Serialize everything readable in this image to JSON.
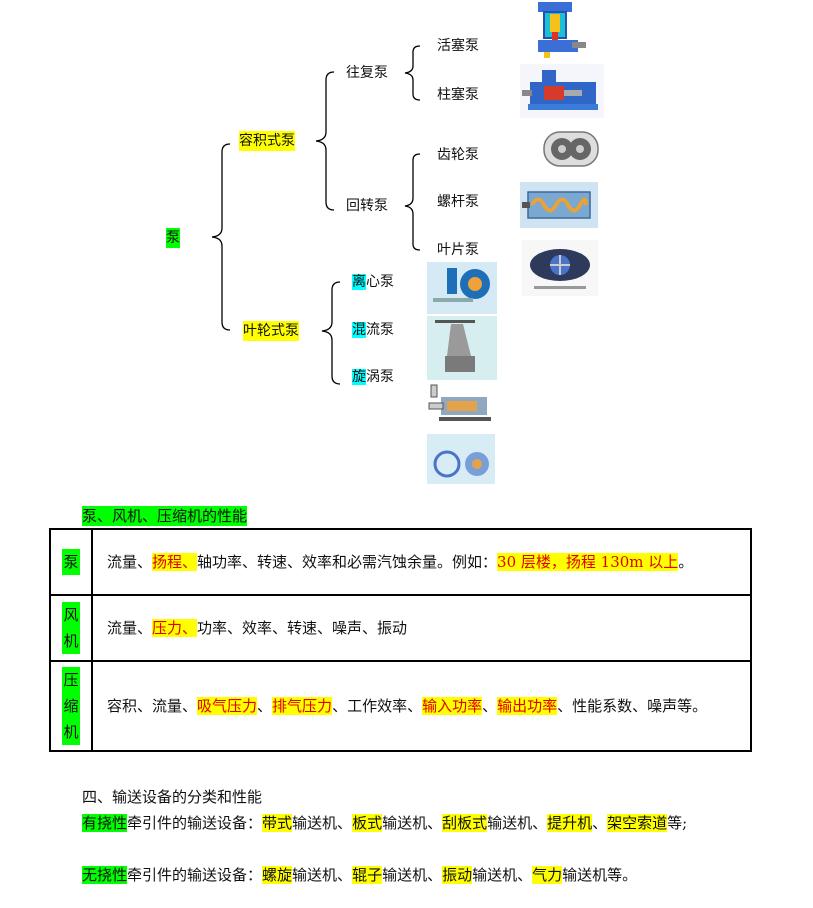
{
  "tree": {
    "root": "泵",
    "positive": "容积式泵",
    "reciprocating": "往复泵",
    "piston": "活塞泵",
    "plunger": "柱塞泵",
    "rotary": "回转泵",
    "gear": "齿轮泵",
    "screw": "螺杆泵",
    "vane": "叶片泵",
    "impeller": "叶轮式泵",
    "centrifugal_a": "离",
    "centrifugal_b": "心泵",
    "mixed_a": "混",
    "mixed_b": "流泵",
    "vortex_a": "旋",
    "vortex_b": "涡泵"
  },
  "section_title": "泵、风机、压缩机的性能",
  "table": {
    "pump_label": "泵",
    "pump_t1": "流量、",
    "pump_t2": "扬程、",
    "pump_t3": "轴功率、转速、效率和必需汽蚀余量。例如：",
    "pump_t4": "30 层楼，扬程 130m 以上",
    "pump_t5": "。",
    "fan_label_1": "风",
    "fan_label_2": "机",
    "fan_t1": "流量、",
    "fan_t2": "压力、",
    "fan_t3": "功率、效率、转速、噪声、振动",
    "comp_label_1": "压",
    "comp_label_2": "缩",
    "comp_label_3": "机",
    "comp_t1": "容积、流量、",
    "comp_t2": "吸气压力",
    "comp_t3": "、",
    "comp_t4": "排气压力",
    "comp_t5": "、工作效率、",
    "comp_t6": "输入功率",
    "comp_t7": "、",
    "comp_t8": "输出功率",
    "comp_t9": "、性能系数、噪声等。"
  },
  "conveying": {
    "heading": "四、输送设备的分类和性能",
    "l1_a": "有挠性",
    "l1_b": "牵引件的输送设备：",
    "l1_c": "带式",
    "l1_d": "输送机、",
    "l1_e": "板式",
    "l1_f": "输送机、",
    "l1_g": "刮板式",
    "l1_h": "输送机、",
    "l1_i": "提升机",
    "l1_j": "、",
    "l1_k": "架空索道",
    "l1_l": "等;",
    "l2_a": "无挠性",
    "l2_b": "牵引件的输送设备：",
    "l2_c": "螺旋",
    "l2_d": "输送机、",
    "l2_e": "辊子",
    "l2_f": "输送机、",
    "l2_g": "振动",
    "l2_h": "输送机、",
    "l2_i": "气力",
    "l2_j": "输送机等。"
  },
  "colors": {
    "yellow_highlight": "#ffff00",
    "green_highlight": "#00ff00",
    "cyan_highlight": "#00ffff",
    "red_text": "#e00000"
  }
}
